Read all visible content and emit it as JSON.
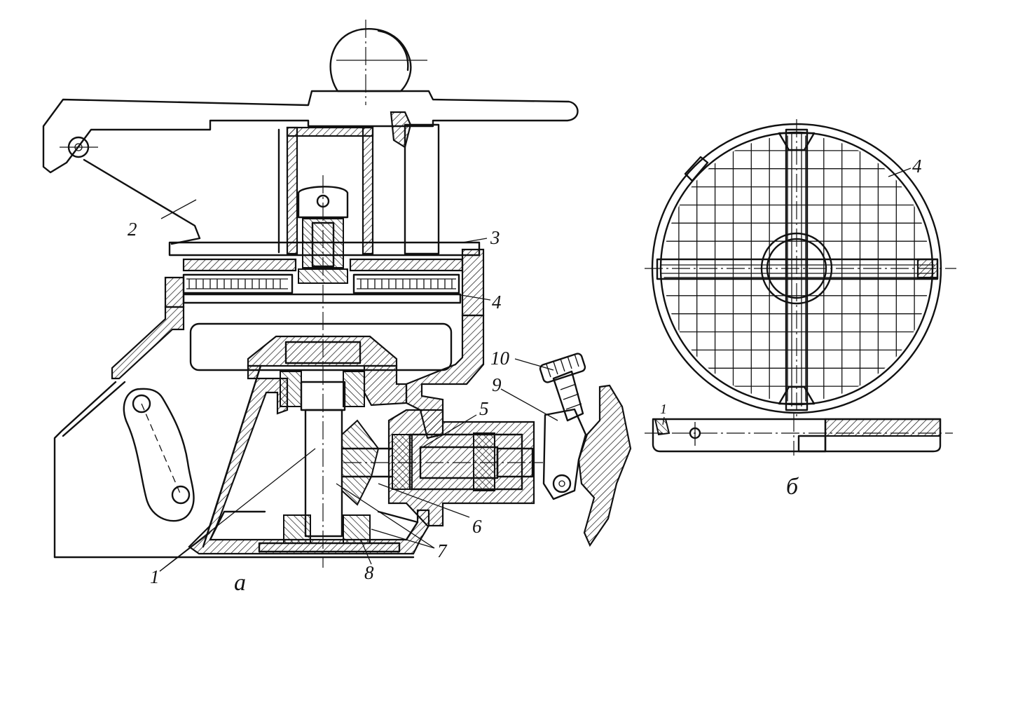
{
  "figure": {
    "view_a_caption": "а",
    "view_b_caption": "б"
  },
  "callouts": [
    {
      "id": "c1",
      "text": "1"
    },
    {
      "id": "c2",
      "text": "2"
    },
    {
      "id": "c3",
      "text": "3"
    },
    {
      "id": "c4",
      "text": "4"
    },
    {
      "id": "c5",
      "text": "5"
    },
    {
      "id": "c6",
      "text": "6"
    },
    {
      "id": "c7",
      "text": "7"
    },
    {
      "id": "c8",
      "text": "8"
    },
    {
      "id": "c9",
      "text": "9"
    },
    {
      "id": "c10",
      "text": "10"
    },
    {
      "id": "c4b",
      "text": "4"
    },
    {
      "id": "c1b",
      "text": "1"
    }
  ],
  "grid": {
    "rows": 15,
    "cols": 15
  }
}
